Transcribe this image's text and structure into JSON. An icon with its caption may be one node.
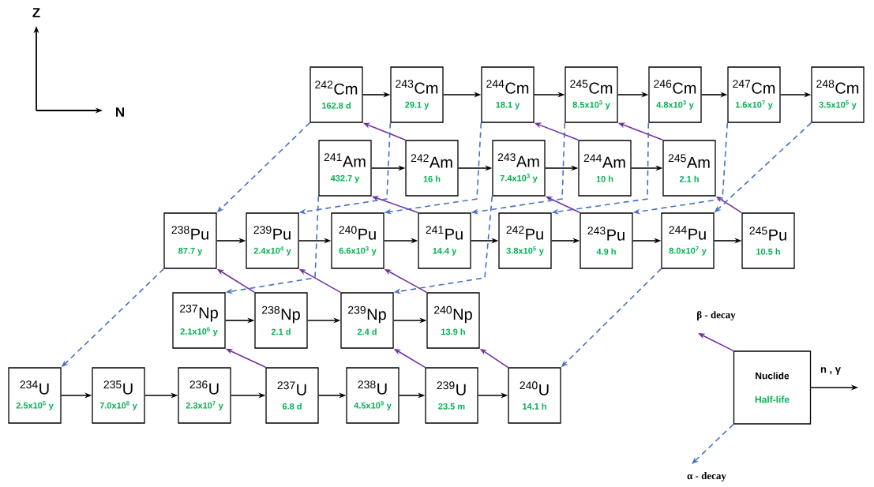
{
  "diagram": {
    "nodes": [
      {
        "text": [
          "$^{242}$Cm",
          "162.8 d"
        ]
      },
      {
        "text": [
          "$^{243}$Cm",
          "29.1 y"
        ]
      },
      {
        "text": [
          "$^{244}$Cm",
          "18.1 y"
        ]
      },
      {
        "text": [
          "$^{245}$Cm",
          "8.5x10$^{3}$ y"
        ]
      },
      {
        "text": [
          "$^{246}$Cm",
          "4.8x10$^{3}$ y"
        ]
      },
      {
        "text": [
          "$^{247}$Cm",
          "1.6x10$^{7}$ y"
        ]
      },
      {
        "text": [
          "$^{248}$Cm",
          "3.5x10$^{5}$ y"
        ]
      },
      {
        "text": [
          "$^{241}$Am",
          "432.7 y"
        ]
      },
      {
        "text": [
          "$^{242}$Am",
          "16 h"
        ]
      },
      {
        "text": [
          "$^{243}$Am",
          "7.4x10$^{3}$ y"
        ]
      },
      {
        "text": [
          "$^{244}$Am",
          "10 h"
        ]
      },
      {
        "text": [
          "$^{245}$Am",
          "2.1 h"
        ]
      },
      {
        "text": [
          "$^{238}$Pu",
          "87.7 y"
        ]
      },
      {
        "text": [
          "$^{239}$Pu",
          "2.4x10$^{4}$ y"
        ]
      },
      {
        "text": [
          "$^{240}$Pu",
          "6.6x10$^{3}$ y"
        ]
      },
      {
        "text": [
          "$^{241}$Pu",
          "14.4 y"
        ]
      },
      {
        "text": [
          "$^{242}$Pu",
          "3.8x10$^{5}$ y"
        ]
      },
      {
        "text": [
          "$^{243}$Pu",
          "4.9 h"
        ]
      },
      {
        "text": [
          "$^{244}$Pu",
          "8.0x10$^{7}$ y"
        ]
      },
      {
        "text": [
          "$^{245}$Pu",
          "10.5 h"
        ]
      },
      {
        "text": [
          "$^{237}$Np",
          "2.1x10$^{6}$ y"
        ]
      },
      {
        "text": [
          "$^{238}$Np",
          "2.1 d"
        ]
      },
      {
        "text": [
          "$^{239}$Np",
          "2.4 d"
        ]
      },
      {
        "text": [
          "$^{240}$Np",
          "13.9 h"
        ]
      },
      {
        "text": [
          "$^{234}$U",
          "2.5x10$^{5}$ y"
        ]
      },
      {
        "text": [
          "$^{235}$U",
          "7.0x10$^{8}$ y"
        ]
      },
      {
        "text": [
          "$^{236}$U",
          "2.3x10$^{7}$ y"
        ]
      },
      {
        "text": [
          "$^{237}$U",
          "6.8 d"
        ]
      },
      {
        "text": [
          "$^{238}$U",
          "4.5x10$^{9}$ y"
        ]
      },
      {
        "text": [
          "$^{239}$U",
          "23.5 m"
        ]
      },
      {
        "text": [
          "$^{240}$U",
          "14.1 h"
        ]
      },
      {
        "text": [
          "Nuclide",
          "Half-life"
        ]
      }
    ],
    "edges": [
      {
        "from": 0,
        "to": 1,
        "arrow": "to"
      },
      {
        "from": 1,
        "to": 2,
        "arrow": "to"
      },
      {
        "from": 2,
        "to": 3,
        "arrow": "to"
      },
      {
        "from": 3,
        "to": 4,
        "arrow": "to"
      },
      {
        "from": 4,
        "to": 5,
        "arrow": "to"
      },
      {
        "from": 5,
        "to": 6,
        "arrow": "to"
      },
      {
        "from": 7,
        "to": 8,
        "arrow": "to"
      },
      {
        "from": 8,
        "to": 9,
        "arrow": "to"
      },
      {
        "from": 9,
        "to": 10,
        "arrow": "to"
      },
      {
        "from": 10,
        "to": 11,
        "arrow": "to"
      },
      {
        "from": 12,
        "to": 13,
        "arrow": "to"
      },
      {
        "from": 13,
        "to": 14,
        "arrow": "to"
      },
      {
        "from": 14,
        "to": 15,
        "arrow": "to"
      },
      {
        "from": 15,
        "to": 16,
        "arrow": "to"
      },
      {
        "from": 16,
        "to": 17,
        "arrow": "to"
      },
      {
        "from": 17,
        "to": 18,
        "arrow": "to"
      },
      {
        "from": 18,
        "to": 19,
        "arrow": "to"
      },
      {
        "from": 20,
        "to": 21,
        "arrow": "to"
      },
      {
        "from": 21,
        "to": 22,
        "arrow": "to"
      },
      {
        "from": 22,
        "to": 23,
        "arrow": "to"
      },
      {
        "from": 24,
        "to": 25,
        "arrow": "to"
      },
      {
        "from": 25,
        "to": 26,
        "arrow": "to"
      },
      {
        "from": 26,
        "to": 27,
        "arrow": "to"
      },
      {
        "from": 27,
        "to": 28,
        "arrow": "to"
      },
      {
        "from": 28,
        "to": 29,
        "arrow": "to"
      },
      {
        "from": 29,
        "to": 30,
        "arrow": "to"
      },
      {
        "from": 27,
        "to": 20,
        "arrow": "to",
        "color": "#7030a0"
      },
      {
        "from": 29,
        "to": 22,
        "arrow": "to",
        "color": "#7030a0"
      },
      {
        "from": 30,
        "to": 23,
        "arrow": "to",
        "color": "#7030a0"
      },
      {
        "from": 21,
        "to": 12,
        "arrow": "to",
        "color": "#7030a0"
      },
      {
        "from": 22,
        "to": 13,
        "arrow": "to",
        "color": "#7030a0"
      },
      {
        "from": 23,
        "to": 14,
        "arrow": "to",
        "color": "#7030a0"
      },
      {
        "from": 15,
        "to": 7,
        "arrow": "to",
        "color": "#7030a0"
      },
      {
        "from": 17,
        "to": 9,
        "arrow": "to",
        "color": "#7030a0"
      },
      {
        "from": 19,
        "to": 11,
        "arrow": "to",
        "color": "#7030a0"
      },
      {
        "from": 8,
        "to": 0,
        "arrow": "to",
        "color": "#7030a0"
      },
      {
        "from": 10,
        "to": 2,
        "arrow": "to",
        "color": "#7030a0"
      },
      {
        "from": 11,
        "to": 3,
        "arrow": "to",
        "color": "#7030a0"
      },
      {
        "from": 0,
        "to": 12,
        "arrow": "to",
        "style": "dashed",
        "color": "#4472c4"
      },
      {
        "from": 1,
        "to": 13,
        "arrow": "to",
        "style": "dashed",
        "color": "#4472c4"
      },
      {
        "from": 2,
        "to": 14,
        "arrow": "to",
        "style": "dashed",
        "color": "#4472c4"
      },
      {
        "from": 3,
        "to": 15,
        "arrow": "to",
        "style": "dashed",
        "color": "#4472c4"
      },
      {
        "from": 4,
        "to": 16,
        "arrow": "to",
        "style": "dashed",
        "color": "#4472c4"
      },
      {
        "from": 5,
        "to": 17,
        "arrow": "to",
        "style": "dashed",
        "color": "#4472c4"
      },
      {
        "from": 6,
        "to": 18,
        "arrow": "to",
        "style": "dashed",
        "color": "#4472c4"
      },
      {
        "from": 7,
        "to": 20,
        "arrow": "to",
        "style": "dashed",
        "color": "#4472c4"
      },
      {
        "from": 9,
        "to": 22,
        "arrow": "to",
        "style": "dashed",
        "color": "#4472c4"
      },
      {
        "from": 12,
        "to": 24,
        "arrow": "to",
        "style": "dashed",
        "color": "#4472c4"
      },
      {
        "from": 18,
        "to": 30,
        "arrow": "to",
        "style": "dashed",
        "color": "#4472c4"
      },
      {
        "from": 31,
        "to": null,
        "arrow": "to",
        "label": "n , γ"
      },
      {
        "from": 31,
        "to": null,
        "arrow": "to",
        "label": "β - decay",
        "color": "#7030a0"
      },
      {
        "from": 31,
        "to": null,
        "arrow": "to",
        "label": "α - decay",
        "style": "dashed",
        "color": "#4472c4"
      }
    ],
    "labels": [
      "Z",
      "N"
    ]
  }
}
